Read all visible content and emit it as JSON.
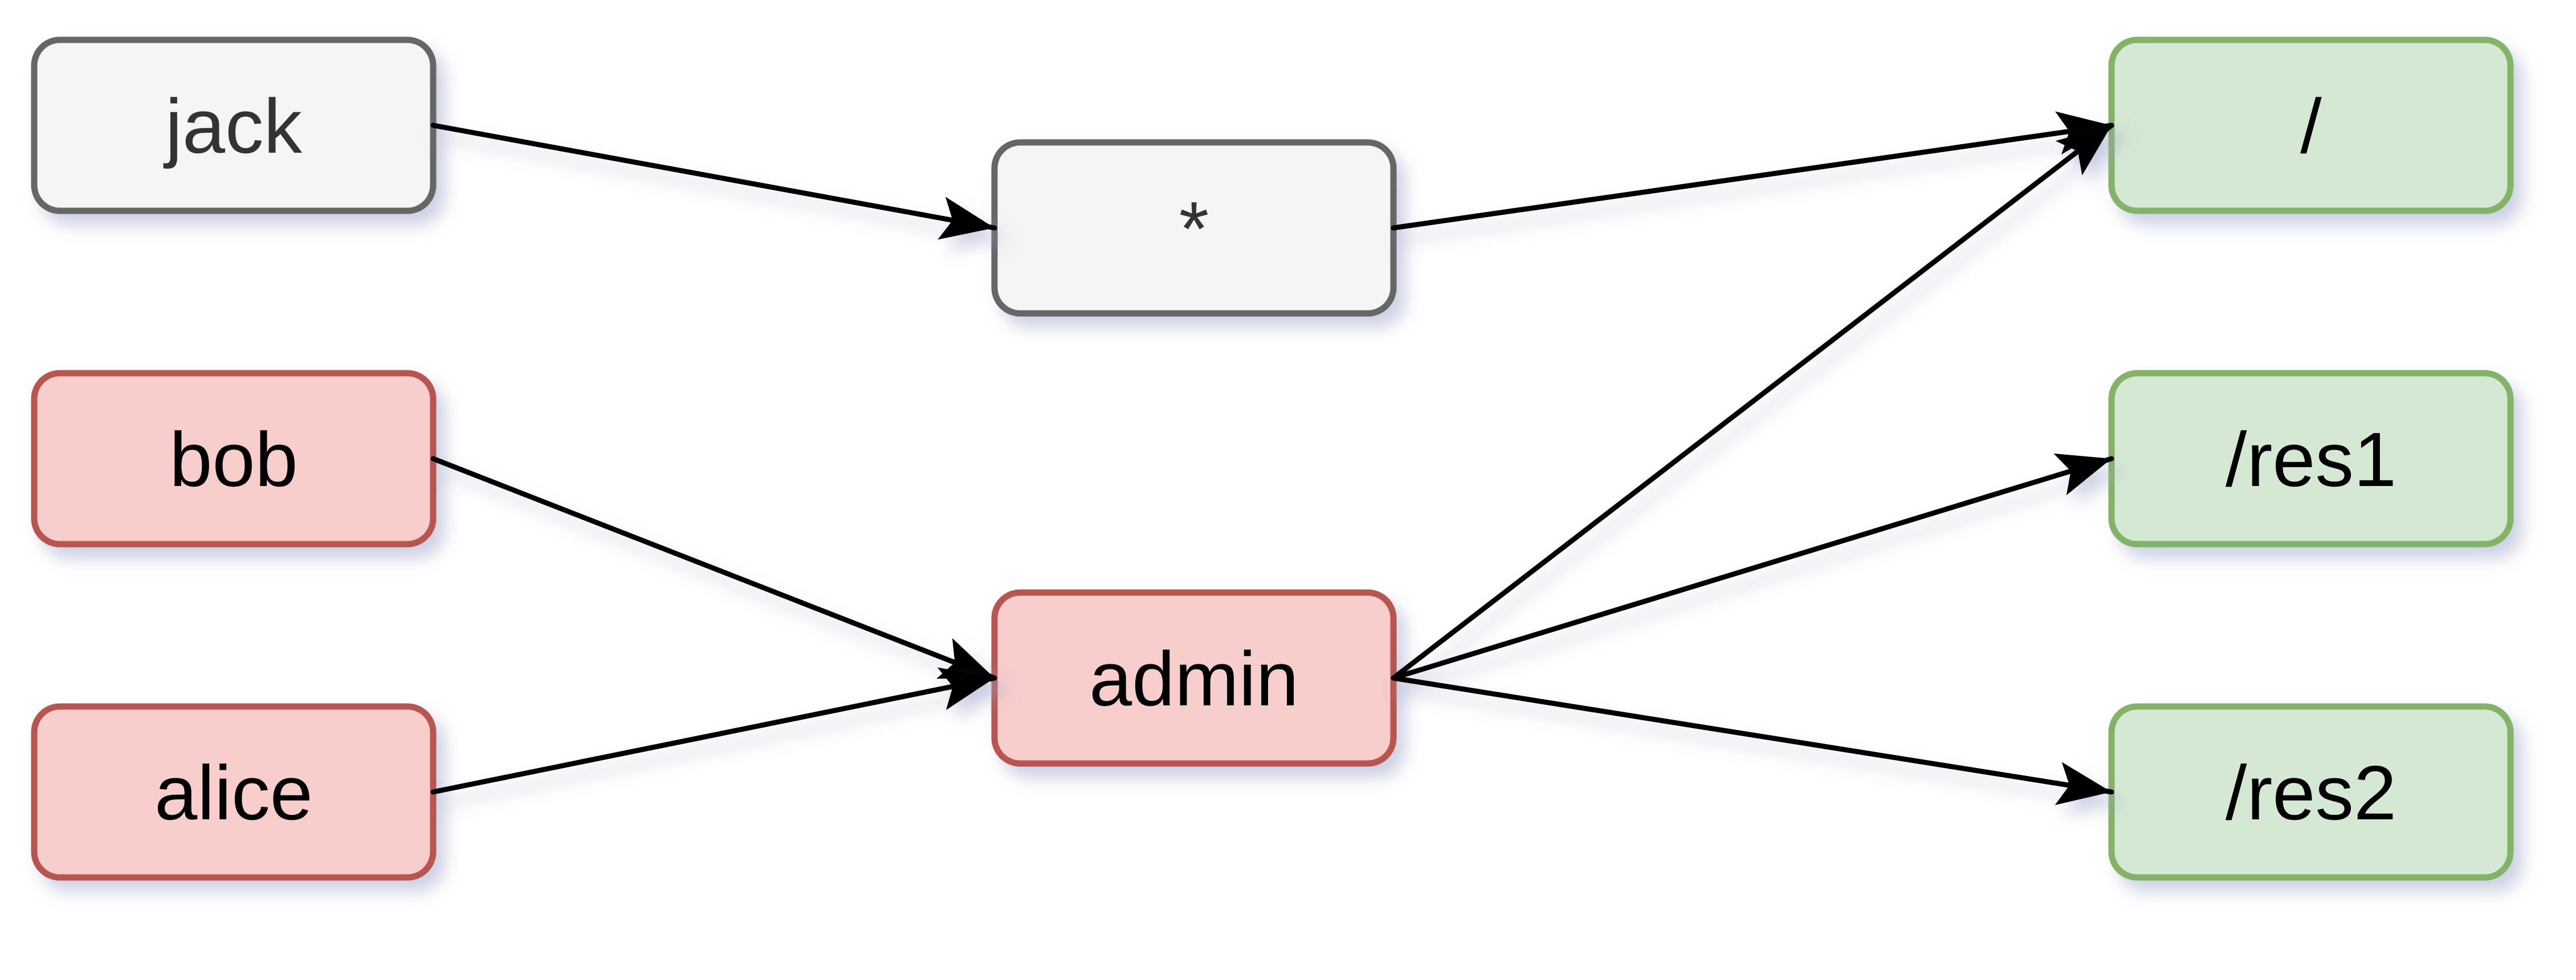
{
  "diagram": {
    "title": "access-control-graph",
    "nodes": [
      {
        "id": "jack",
        "label": "jack",
        "kind": "gray"
      },
      {
        "id": "bob",
        "label": "bob",
        "kind": "red"
      },
      {
        "id": "alice",
        "label": "alice",
        "kind": "red"
      },
      {
        "id": "star",
        "label": "*",
        "kind": "gray"
      },
      {
        "id": "admin",
        "label": "admin",
        "kind": "red"
      },
      {
        "id": "root",
        "label": "/",
        "kind": "green"
      },
      {
        "id": "res1",
        "label": "/res1",
        "kind": "green"
      },
      {
        "id": "res2",
        "label": "/res2",
        "kind": "green"
      }
    ],
    "edges": [
      {
        "from": "jack",
        "to": "star"
      },
      {
        "from": "bob",
        "to": "admin"
      },
      {
        "from": "alice",
        "to": "admin"
      },
      {
        "from": "star",
        "to": "root"
      },
      {
        "from": "admin",
        "to": "root"
      },
      {
        "from": "admin",
        "to": "res1"
      },
      {
        "from": "admin",
        "to": "res2"
      }
    ]
  },
  "colors": {
    "gray_fill": "#f5f5f5",
    "gray_stroke": "#666666",
    "gray_text": "#333333",
    "red_fill": "#f8cecc",
    "red_stroke": "#b85450",
    "green_fill": "#d5e8d4",
    "green_stroke": "#82b366",
    "text": "#000000",
    "edge": "#000000",
    "shadow": "#9ca3c9"
  }
}
